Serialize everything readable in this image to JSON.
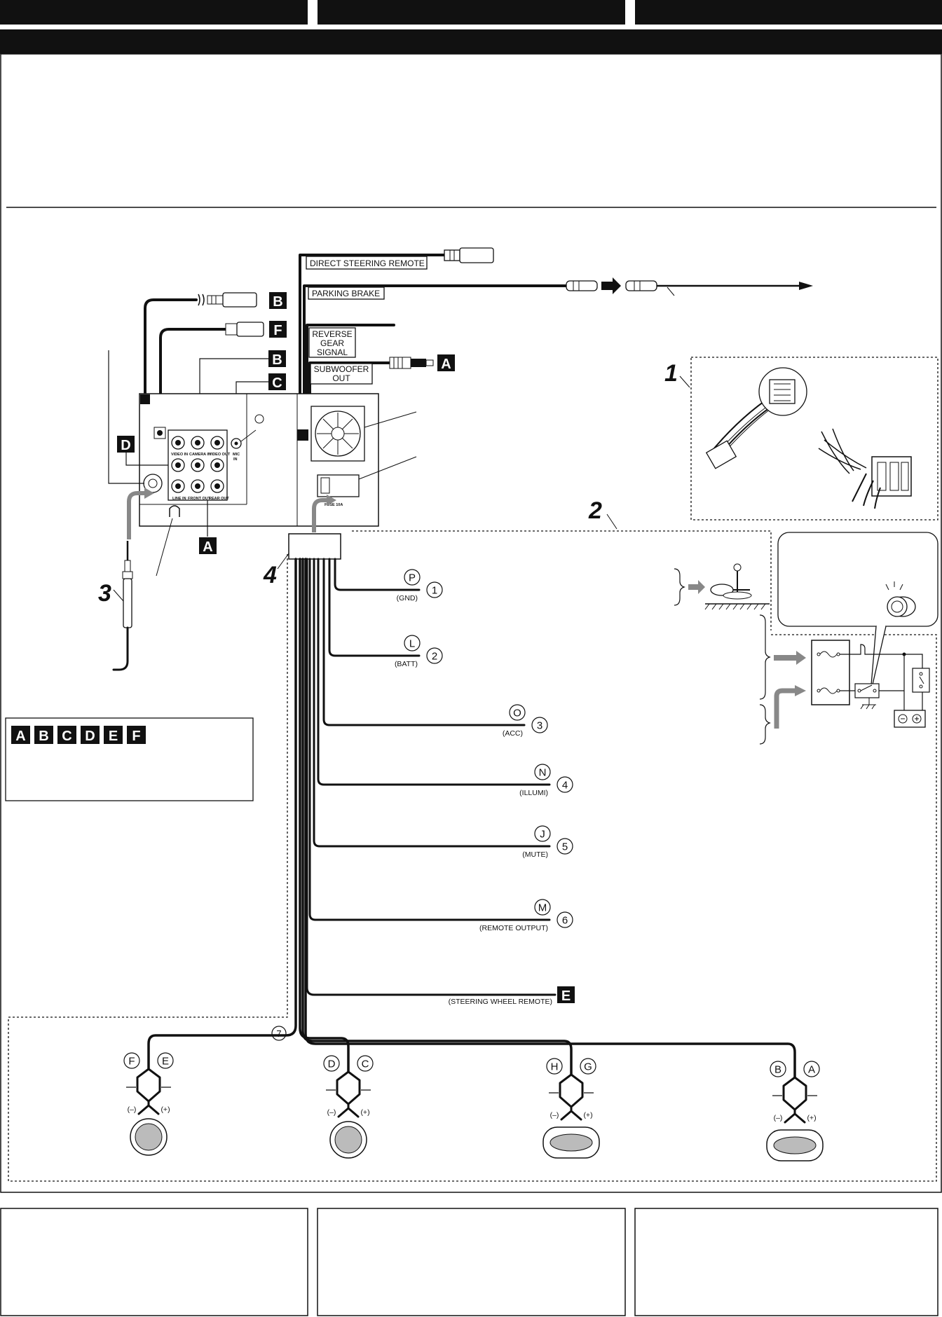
{
  "harness": {
    "direct_steering_remote": "DIRECT STEERING REMOTE",
    "parking_brake": "PARKING BRAKE",
    "reverse_gear_signal": [
      "REVERSE",
      "GEAR",
      "SIGNAL"
    ],
    "subwoofer_out": [
      "SUBWOOFER",
      "OUT"
    ]
  },
  "panel": {
    "video_in": "VIDEO IN",
    "camera_in": "CAMERA IN",
    "video_out": "VIDEO OUT",
    "mic": "MIC",
    "mic_in": "IN",
    "line_in": "LINE IN",
    "front_out": "FRONT OUT",
    "rear_out": "REAR OUT",
    "fuse": "FUSE 10A"
  },
  "step_numbers": [
    "1",
    "2",
    "3",
    "4"
  ],
  "connector_letters": [
    "A",
    "B",
    "C",
    "D",
    "E",
    "F"
  ],
  "wires": [
    {
      "letter": "P",
      "name": "(GND)",
      "num": "1"
    },
    {
      "letter": "L",
      "name": "(BATT)",
      "num": "2"
    },
    {
      "letter": "O",
      "name": "(ACC)",
      "num": "3"
    },
    {
      "letter": "N",
      "name": "(ILLUMI)",
      "num": "4"
    },
    {
      "letter": "J",
      "name": "(MUTE)",
      "num": "5"
    },
    {
      "letter": "M",
      "name": "(REMOTE OUTPUT)",
      "num": "6"
    }
  ],
  "steering_wheel_remote": {
    "name": "(STEERING WHEEL REMOTE)",
    "letter": "E"
  },
  "speaker_harness_num": "7",
  "speakers": [
    {
      "neg": "F",
      "pos": "E"
    },
    {
      "neg": "D",
      "pos": "C"
    },
    {
      "neg": "H",
      "pos": "G"
    },
    {
      "neg": "B",
      "pos": "A"
    }
  ],
  "polarity": {
    "neg": "(–)",
    "pos": "(+)"
  }
}
